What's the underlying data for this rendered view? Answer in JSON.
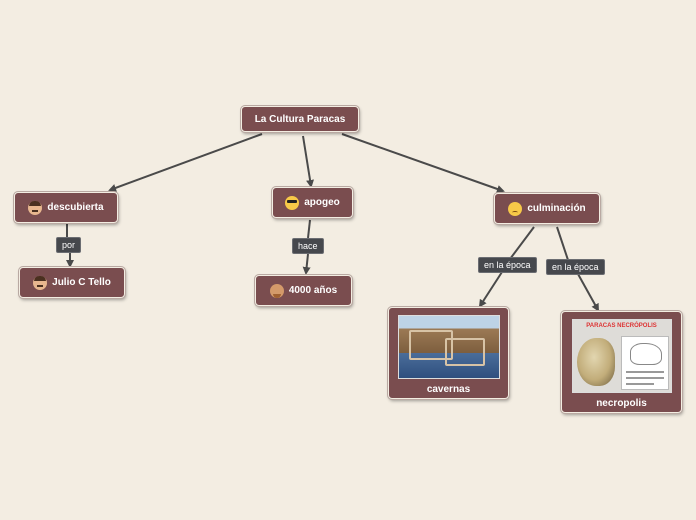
{
  "diagram": {
    "root": "La Cultura Paracas",
    "branches": {
      "descubierta": {
        "label": "descubierta",
        "icon": "man-face-icon"
      },
      "apogeo": {
        "label": "apogeo",
        "icon": "cool-face-icon"
      },
      "culminacion": {
        "label": "culminación",
        "icon": "worried-face-icon"
      }
    },
    "leaves": {
      "julio": {
        "label": "Julio C Tello",
        "icon": "man-face-icon"
      },
      "anos": {
        "label": "4000 años",
        "icon": "person-face-icon"
      },
      "cavernas": {
        "label": "cavernas",
        "image": "cavernas-photo"
      },
      "necropolis": {
        "label": "necropolis",
        "image": "necropolis-photo",
        "image_title": "PARACAS NECRÓPOLIS"
      }
    },
    "connectors": {
      "por": "por",
      "hace": "hace",
      "epoca_1": "en la época",
      "epoca_2": "en la época"
    },
    "colors": {
      "background": "#f3ede2",
      "node_fill": "#7a4d4f",
      "label_fill": "#46484d",
      "line": "#4a4a4a"
    }
  }
}
